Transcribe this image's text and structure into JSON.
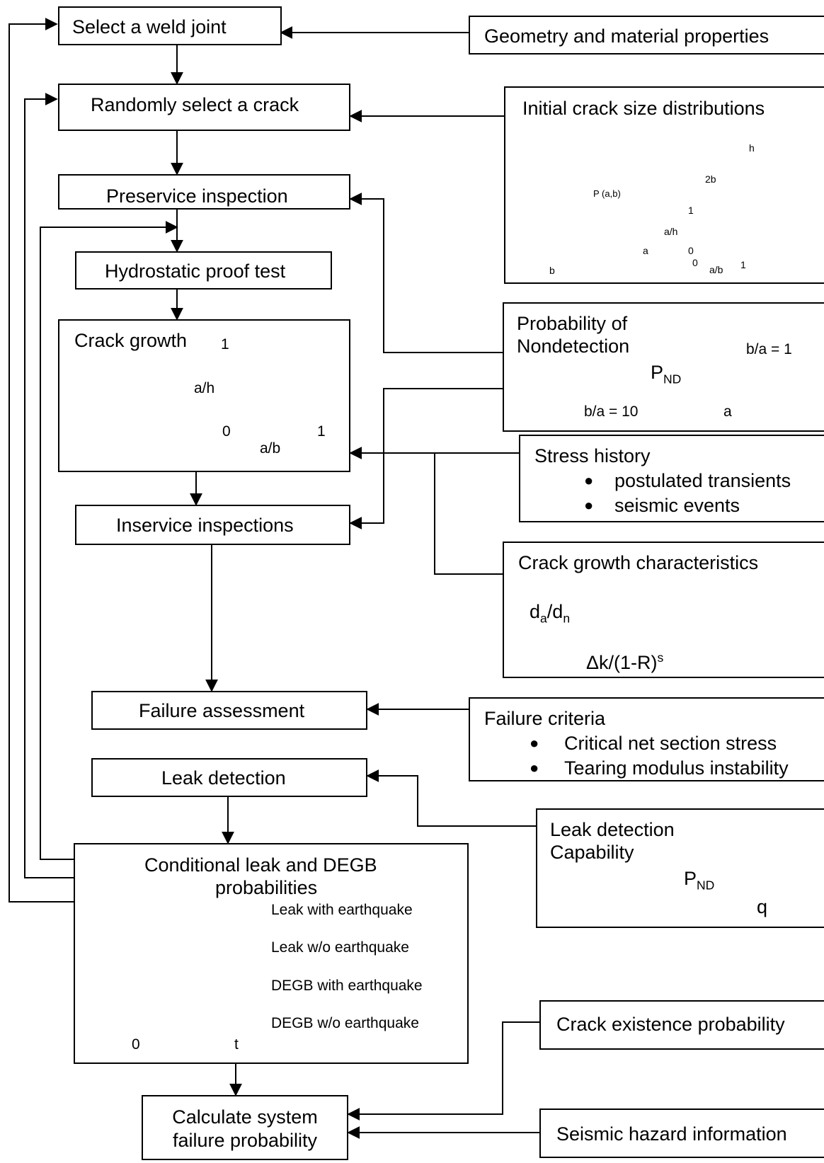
{
  "process": {
    "select_weld_joint": "Select a weld joint",
    "randomly_select_crack": "Randomly select a crack",
    "preservice_inspection": "Preservice inspection",
    "hydrostatic_proof_test": "Hydrostatic proof test",
    "crack_growth": {
      "title": "Crack growth",
      "y_label": "a/h",
      "x_label": "a/b",
      "y_max": "1",
      "origin": "0",
      "x_max": "1"
    },
    "inservice_inspections": "Inservice inspections",
    "failure_assessment": "Failure assessment",
    "leak_detection": "Leak detection",
    "conditional": {
      "title_line1": "Conditional leak and DEGB",
      "title_line2": "probabilities",
      "curves": [
        "Leak with earthquake",
        "Leak w/o earthquake",
        "DEGB with earthquake",
        "DEGB w/o earthquake"
      ],
      "origin": "0",
      "x_label": "t"
    },
    "system_failure": {
      "line1": "Calculate system",
      "line2": "failure probability"
    }
  },
  "inputs": {
    "geometry": "Geometry and material properties",
    "initial_crack": {
      "title": "Initial crack size distributions",
      "h": "h",
      "width": "2b",
      "p_label": "P (a,b)",
      "a": "a",
      "b": "b",
      "grid_y_label": "a/h",
      "grid_x_label": "a/b",
      "grid_one_top": "1",
      "grid_zero": "0",
      "grid_zero_x": "0",
      "grid_one_right": "1"
    },
    "pnd": {
      "title_line1": "Probability of",
      "title_line2": "Nondetection",
      "y_label": "P",
      "y_sub": "ND",
      "curve1": "b/a = 1",
      "curve2": "b/a = 10",
      "x_label": "a"
    },
    "stress_history": {
      "title": "Stress history",
      "items": [
        "postulated transients",
        "seismic events"
      ]
    },
    "crack_growth_char": {
      "title": "Crack growth characteristics",
      "y_main": "d",
      "y_sub1": "a",
      "y_slash": "/d",
      "y_sub2": "n",
      "x_main": "Δk/(1-R)",
      "x_sup": "s"
    },
    "failure_criteria": {
      "title": "Failure criteria",
      "items": [
        "Critical net section stress",
        "Tearing modulus instability"
      ]
    },
    "leak_capability": {
      "title_line1": "Leak detection",
      "title_line2": "Capability",
      "y_label": "P",
      "y_sub": "ND",
      "x_label": "q"
    },
    "crack_existence": "Crack existence probability",
    "seismic_hazard": "Seismic hazard information"
  }
}
